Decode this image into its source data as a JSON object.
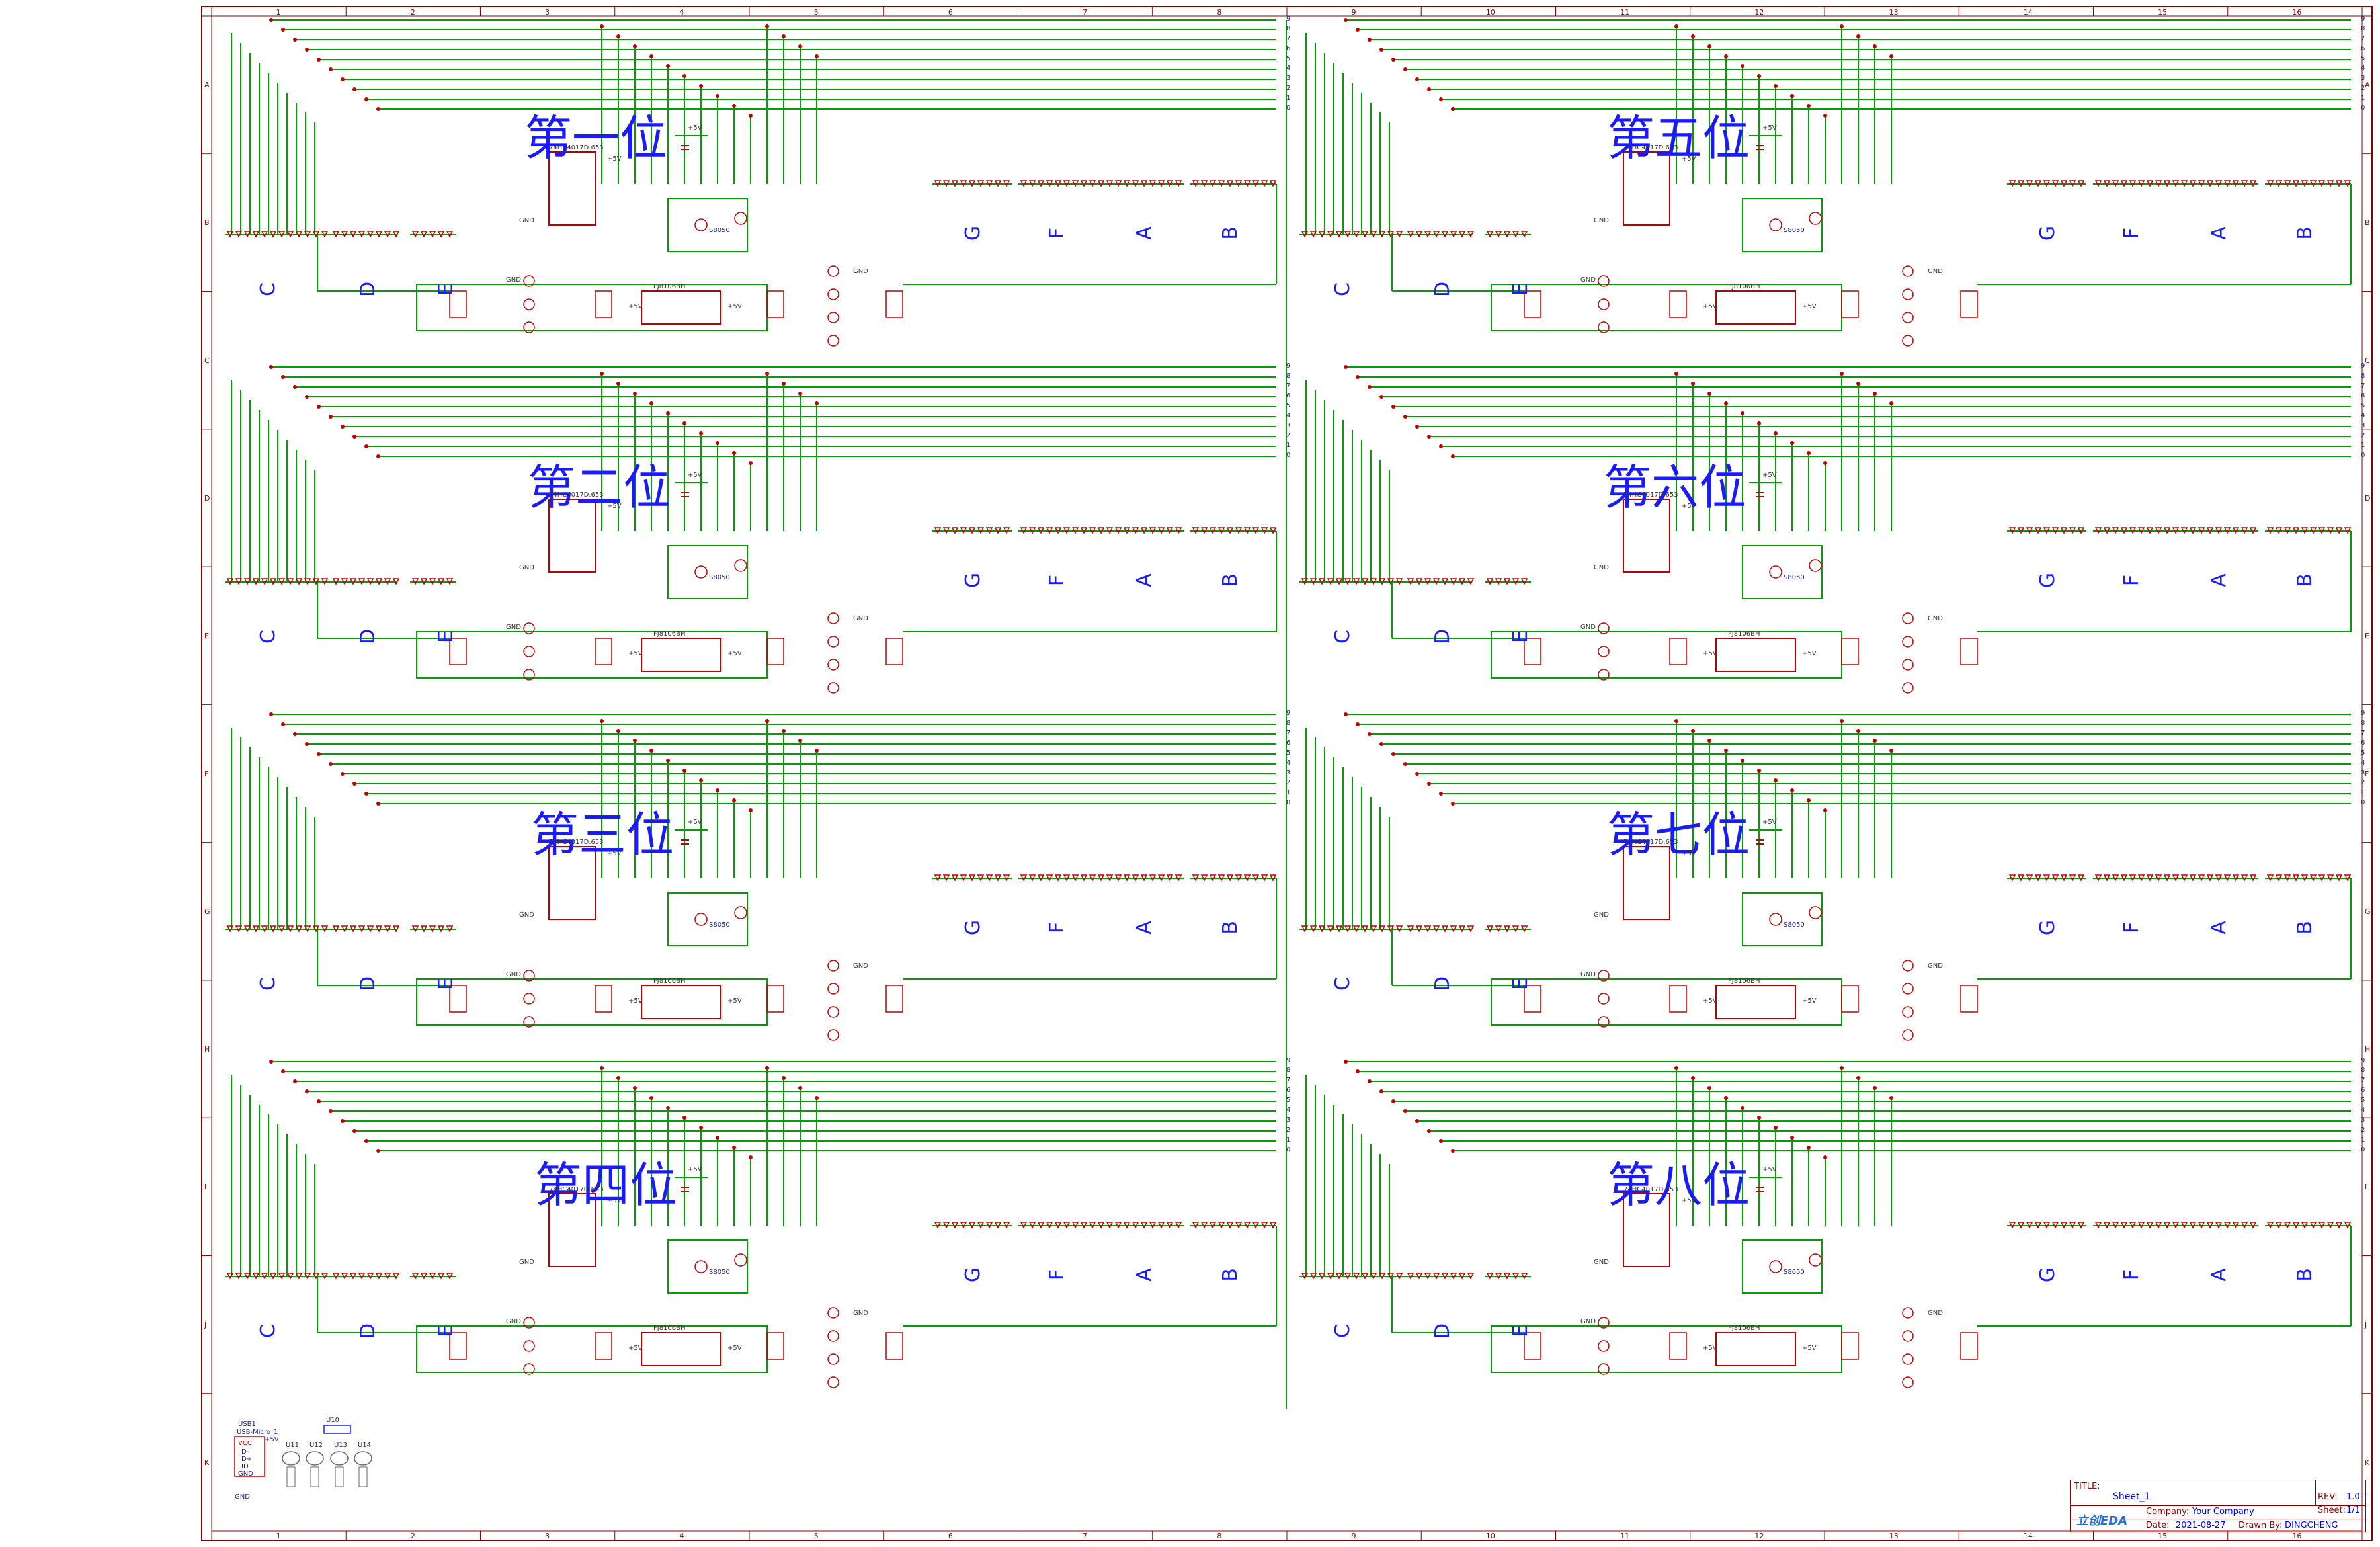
{
  "headers": [
    "第一位",
    "第五位",
    "第二位",
    "第六位",
    "第三位",
    "第七位",
    "第四位",
    "第八位"
  ],
  "segment_letters_left": [
    "C",
    "D",
    "E"
  ],
  "segment_letters_right": [
    "G",
    "F",
    "A",
    "B"
  ],
  "net_labels": [
    "9",
    "8",
    "7",
    "6",
    "5",
    "4",
    "3",
    "2",
    "1",
    "0"
  ],
  "chip_ref": "74HC4017D.653",
  "display_ref": "FJ8106BH",
  "supply_label": "+5V",
  "ground_label": "GND",
  "transistor_model": "S8050",
  "border_columns": [
    "1",
    "2",
    "3",
    "4",
    "5",
    "6",
    "7",
    "8",
    "9",
    "10",
    "11",
    "12",
    "13",
    "14",
    "15",
    "16"
  ],
  "border_rows": [
    "A",
    "B",
    "C",
    "D",
    "E",
    "F",
    "G",
    "H",
    "I",
    "J",
    "K"
  ],
  "usb": {
    "ref": "USB1",
    "part": "USB-Micro_1",
    "pins": [
      "VCC",
      "D-",
      "D+",
      "ID",
      "GND"
    ]
  },
  "button": {
    "ref": "U10"
  },
  "bottom_refs": [
    "U11",
    "U12",
    "U13",
    "U14"
  ],
  "title_block": {
    "title_label": "TITLE:",
    "title": "Sheet_1",
    "rev_label": "REV:",
    "rev": "1.0",
    "company_label": "Company:",
    "company": "Your Company",
    "sheet_label": "Sheet:",
    "sheet": "1/1",
    "date_label": "Date:",
    "date": "2021-08-27",
    "drawn_label": "Drawn By:",
    "drawn": "DINGCHENG",
    "logo": "立创EDA"
  },
  "colors": {
    "wire": "#00a000",
    "component": "#c00000",
    "text": "#1a1aff",
    "border": "#8b0000"
  }
}
